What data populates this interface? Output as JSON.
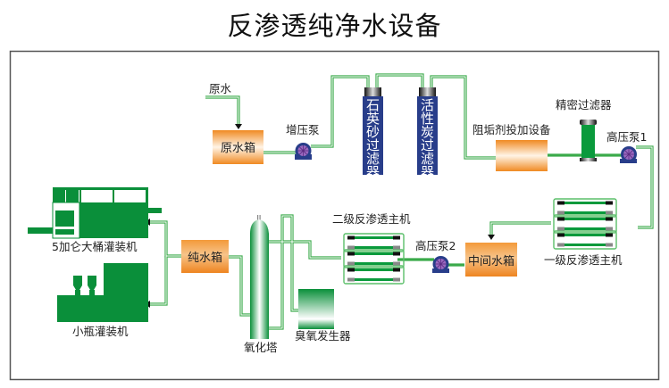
{
  "title": "反渗透纯净水设备",
  "colors": {
    "pipe": "#3aaa4a",
    "equipment_green": "#0a8f3a",
    "tank_orange": "#f08a22",
    "filter_blue": "#283d8a",
    "pump_purple": "#7a4aa0"
  },
  "labels": {
    "raw_water": "原水",
    "raw_water_tank": "原水箱",
    "booster_pump": "增压泵",
    "quartz_sand_filter": "石英砂过滤器",
    "activated_carbon_filter": "活性炭过滤器",
    "antiscalant_dosing": "阻垢剂投加设备",
    "precision_filter": "精密过滤器",
    "high_pressure_pump_1": "高压泵1",
    "primary_ro_unit": "一级反渗透主机",
    "intermediate_tank": "中间水箱",
    "high_pressure_pump_2": "高压泵2",
    "secondary_ro_unit": "二级反渗透主机",
    "ozone_generator": "臭氧发生器",
    "oxidation_tower": "氧化塔",
    "pure_water_tank": "纯水箱",
    "five_gallon_filler": "5加仑大桶灌装机",
    "small_bottle_filler": "小瓶灌装机"
  }
}
